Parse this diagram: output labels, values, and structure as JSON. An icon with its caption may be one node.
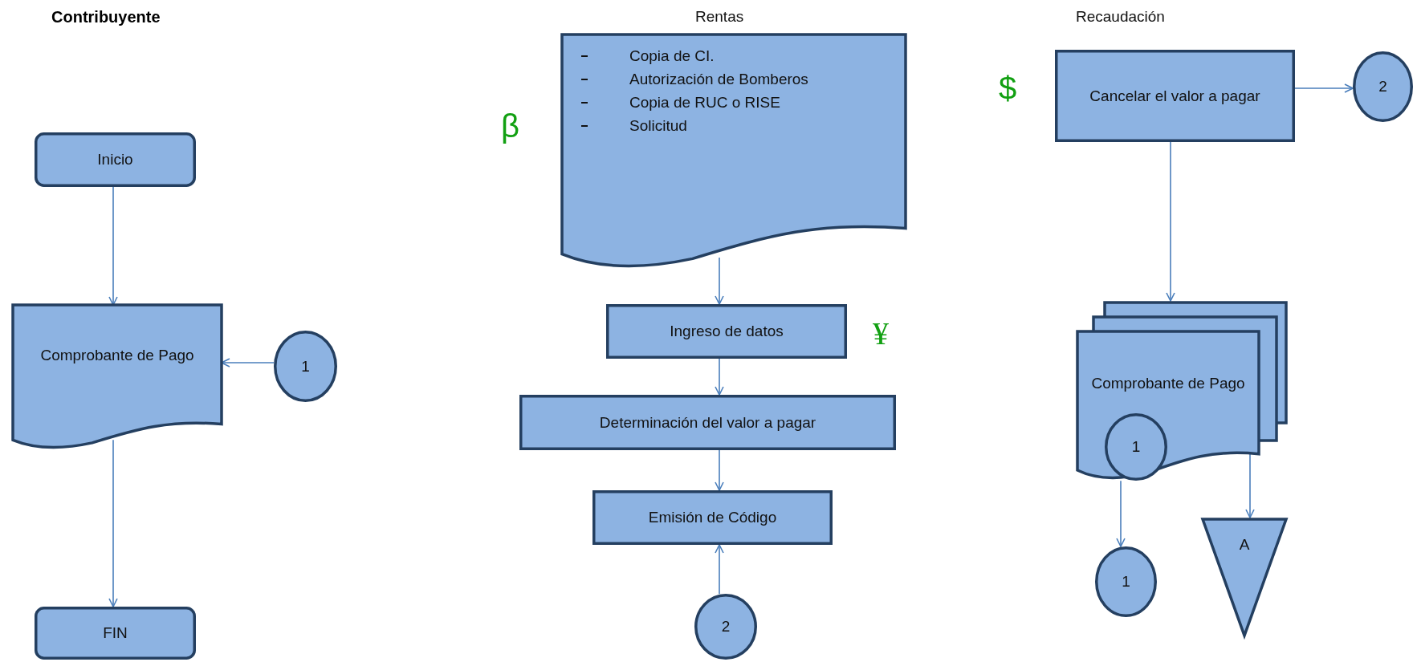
{
  "diagram": {
    "nodes": [
      {
        "text": [
          "Inicio"
        ]
      },
      {
        "text": [
          "Comprobante  de Pago"
        ]
      },
      {
        "text": [
          "1"
        ]
      },
      {
        "text": [
          "FIN"
        ]
      },
      {
        "text": [
          "Copia de CI.",
          "Autorización de Bomberos",
          "Copia de RUC o RISE",
          "Solicitud"
        ]
      },
      {
        "text": [
          "Ingreso de datos"
        ]
      },
      {
        "text": [
          "Determinación del valor a pagar"
        ]
      },
      {
        "text": [
          "Emisión de Código"
        ]
      },
      {
        "text": [
          "2"
        ]
      },
      {
        "text": [
          "Cancelar el valor a pagar"
        ]
      },
      {
        "text": [
          "2"
        ]
      },
      {
        "text": [
          "Comprobante de Pago"
        ]
      },
      {
        "text": [
          "1"
        ],
        "in": 11
      },
      {
        "text": [
          "1"
        ]
      },
      {
        "text": [
          "A"
        ]
      }
    ],
    "edges": [
      {
        "from": 0,
        "to": 1,
        "arrow": "to"
      },
      {
        "from": 2,
        "to": 1,
        "arrow": "to"
      },
      {
        "from": 1,
        "to": 3,
        "arrow": "to"
      },
      {
        "from": 4,
        "to": 5,
        "arrow": "to"
      },
      {
        "from": 5,
        "to": 6,
        "arrow": "to"
      },
      {
        "from": 6,
        "to": 7,
        "arrow": "to"
      },
      {
        "from": 8,
        "to": 7,
        "arrow": "to"
      },
      {
        "from": 9,
        "to": 10,
        "arrow": "to"
      },
      {
        "from": 9,
        "to": 11,
        "arrow": "to"
      },
      {
        "from": 11,
        "to": 13,
        "arrow": "to"
      },
      {
        "from": 11,
        "to": 14,
        "arrow": "to"
      }
    ],
    "labels": [
      "Contribuyente",
      "Rentas",
      "Recaudación",
      "$",
      "β",
      "¥"
    ]
  }
}
